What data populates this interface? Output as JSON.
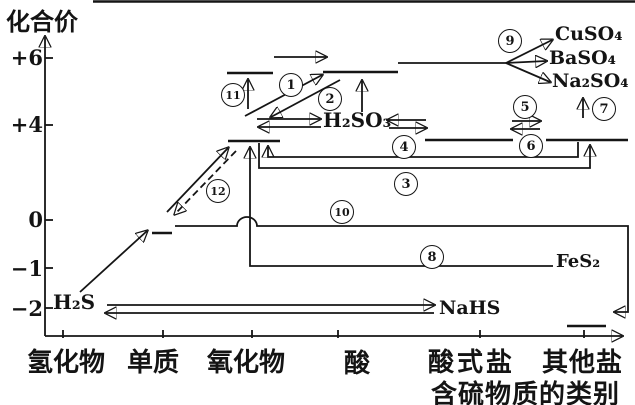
{
  "figure": {
    "y_axis": {
      "title": "化合价",
      "ticks": [
        "+6",
        "+4",
        "0",
        "−1",
        "−2"
      ]
    },
    "x_axis": {
      "categories": [
        "氢化物",
        "单质",
        "氧化物",
        "酸",
        "酸式盐",
        "其他盐"
      ],
      "title": "含硫物质的类别"
    },
    "species": {
      "h2s": "H₂S",
      "nahs": "NaHS",
      "h2so3": "H₂SO₃",
      "fes2": "FeS₂",
      "cuso4": "CuSO₄",
      "baso4": "BaSO₄",
      "na2so4": "Na₂SO₄"
    },
    "circled_numbers": {
      "c1": "1",
      "c2": "2",
      "c3": "3",
      "c4": "4",
      "c5": "5",
      "c6": "6",
      "c7": "7",
      "c8": "8",
      "c9": "9",
      "c10": "10",
      "c11": "11",
      "c12": "12"
    }
  },
  "chart_data": {
    "type": "table",
    "title": "含硫物质的价类二维转化图",
    "xlabel": "含硫物质的类别",
    "ylabel": "化合价",
    "x_categories": [
      "氢化物",
      "单质",
      "氧化物",
      "酸",
      "酸式盐",
      "其他盐"
    ],
    "y_ticks": [
      "+6",
      "+4",
      "0",
      "−1",
      "−2"
    ],
    "species_positions": [
      {
        "formula": "H₂S",
        "valence": -2,
        "category": "氢化物"
      },
      {
        "formula": "S(单质,短横线)",
        "valence": 0,
        "category": "单质"
      },
      {
        "formula": "SO₂(短横线)",
        "valence": 4,
        "category": "氧化物"
      },
      {
        "formula": "SO₃(短横线)",
        "valence": 6,
        "category": "氧化物"
      },
      {
        "formula": "H₂SO₃",
        "valence": 4,
        "category": "酸"
      },
      {
        "formula": "H₂SO₄(短横线)",
        "valence": 6,
        "category": "酸"
      },
      {
        "formula": "NaHSO₃(短横线)",
        "valence": 4,
        "category": "酸式盐"
      },
      {
        "formula": "NaHS",
        "valence": -2,
        "category": "酸式盐"
      },
      {
        "formula": "Na₂SO₃(短横线)",
        "valence": 4,
        "category": "其他盐"
      },
      {
        "formula": "CuSO₄ / BaSO₄ / Na₂SO₄",
        "valence": 6,
        "category": "其他盐"
      },
      {
        "formula": "FeS₂",
        "valence": -1,
        "category": "其他盐"
      },
      {
        "formula": "硫化物盐(短横线)",
        "valence": -2,
        "category": "其他盐"
      }
    ],
    "numbered_arrows": [
      "1",
      "2",
      "3",
      "4",
      "5",
      "6",
      "7",
      "8",
      "9",
      "10",
      "11",
      "12"
    ]
  }
}
